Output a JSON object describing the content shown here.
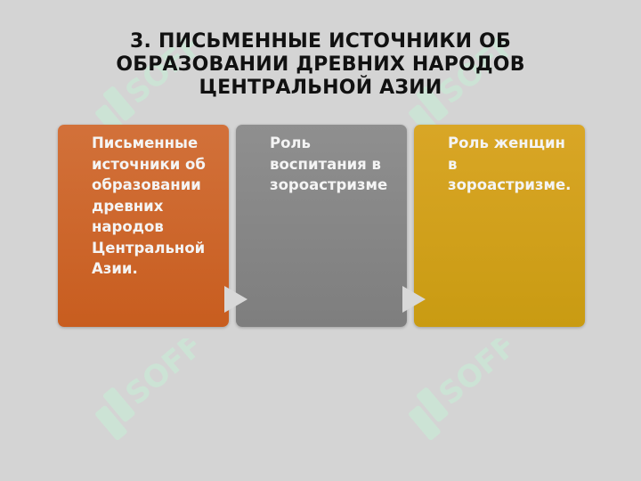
{
  "slide": {
    "title_lines": [
      "3. ПИСЬМЕННЫЕ ИСТОЧНИКИ ОБ",
      "ОБРАЗОВАНИИ ДРЕВНИХ НАРОДОВ",
      "ЦЕНТРАЛЬНОЙ АЗИИ"
    ]
  },
  "process": {
    "cards": [
      {
        "text": "Письменные\nисточники об\nобразовании\nдревних\nнародов\nЦентральной\nАзии.",
        "color": "#cc6528"
      },
      {
        "text": "Роль\nвоспитания в\nзороастризме",
        "color": "#858585"
      },
      {
        "text": "Роль женщин\nв\nзороастризме.",
        "color": "#d0a018"
      }
    ],
    "arrow_color": "#d8d8d8"
  },
  "watermark": {
    "text": "SOFF",
    "color": "#c6f0d6"
  }
}
